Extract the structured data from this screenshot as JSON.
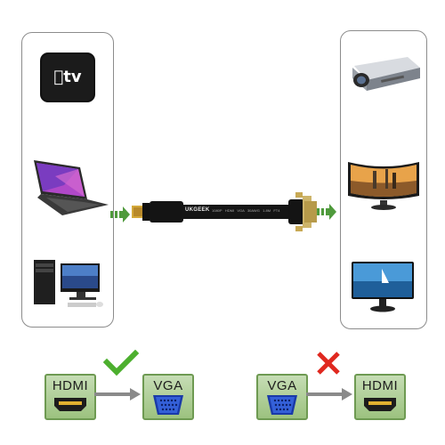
{
  "sources": [
    {
      "name": "Apple TV",
      "logo_text": "tv"
    },
    {
      "name": "Laptop"
    },
    {
      "name": "Desktop PC"
    }
  ],
  "displays": [
    {
      "name": "Projector"
    },
    {
      "name": "Curved Monitor"
    },
    {
      "name": "Monitor"
    }
  ],
  "cable": {
    "brand_text": "UKGEEK",
    "small_print": "1080P   HDMI   VGA   30AWG   1.8M   FT4"
  },
  "compat": {
    "supported": {
      "from": "HDMI",
      "to": "VGA",
      "status": "check"
    },
    "unsupported": {
      "from": "VGA",
      "to": "HDMI",
      "status": "cross"
    }
  },
  "colors": {
    "arrow_green": "#4f9a3c",
    "badge_green": "#9cc27f",
    "check_green": "#4caf2e",
    "cross_red": "#e0281f"
  }
}
